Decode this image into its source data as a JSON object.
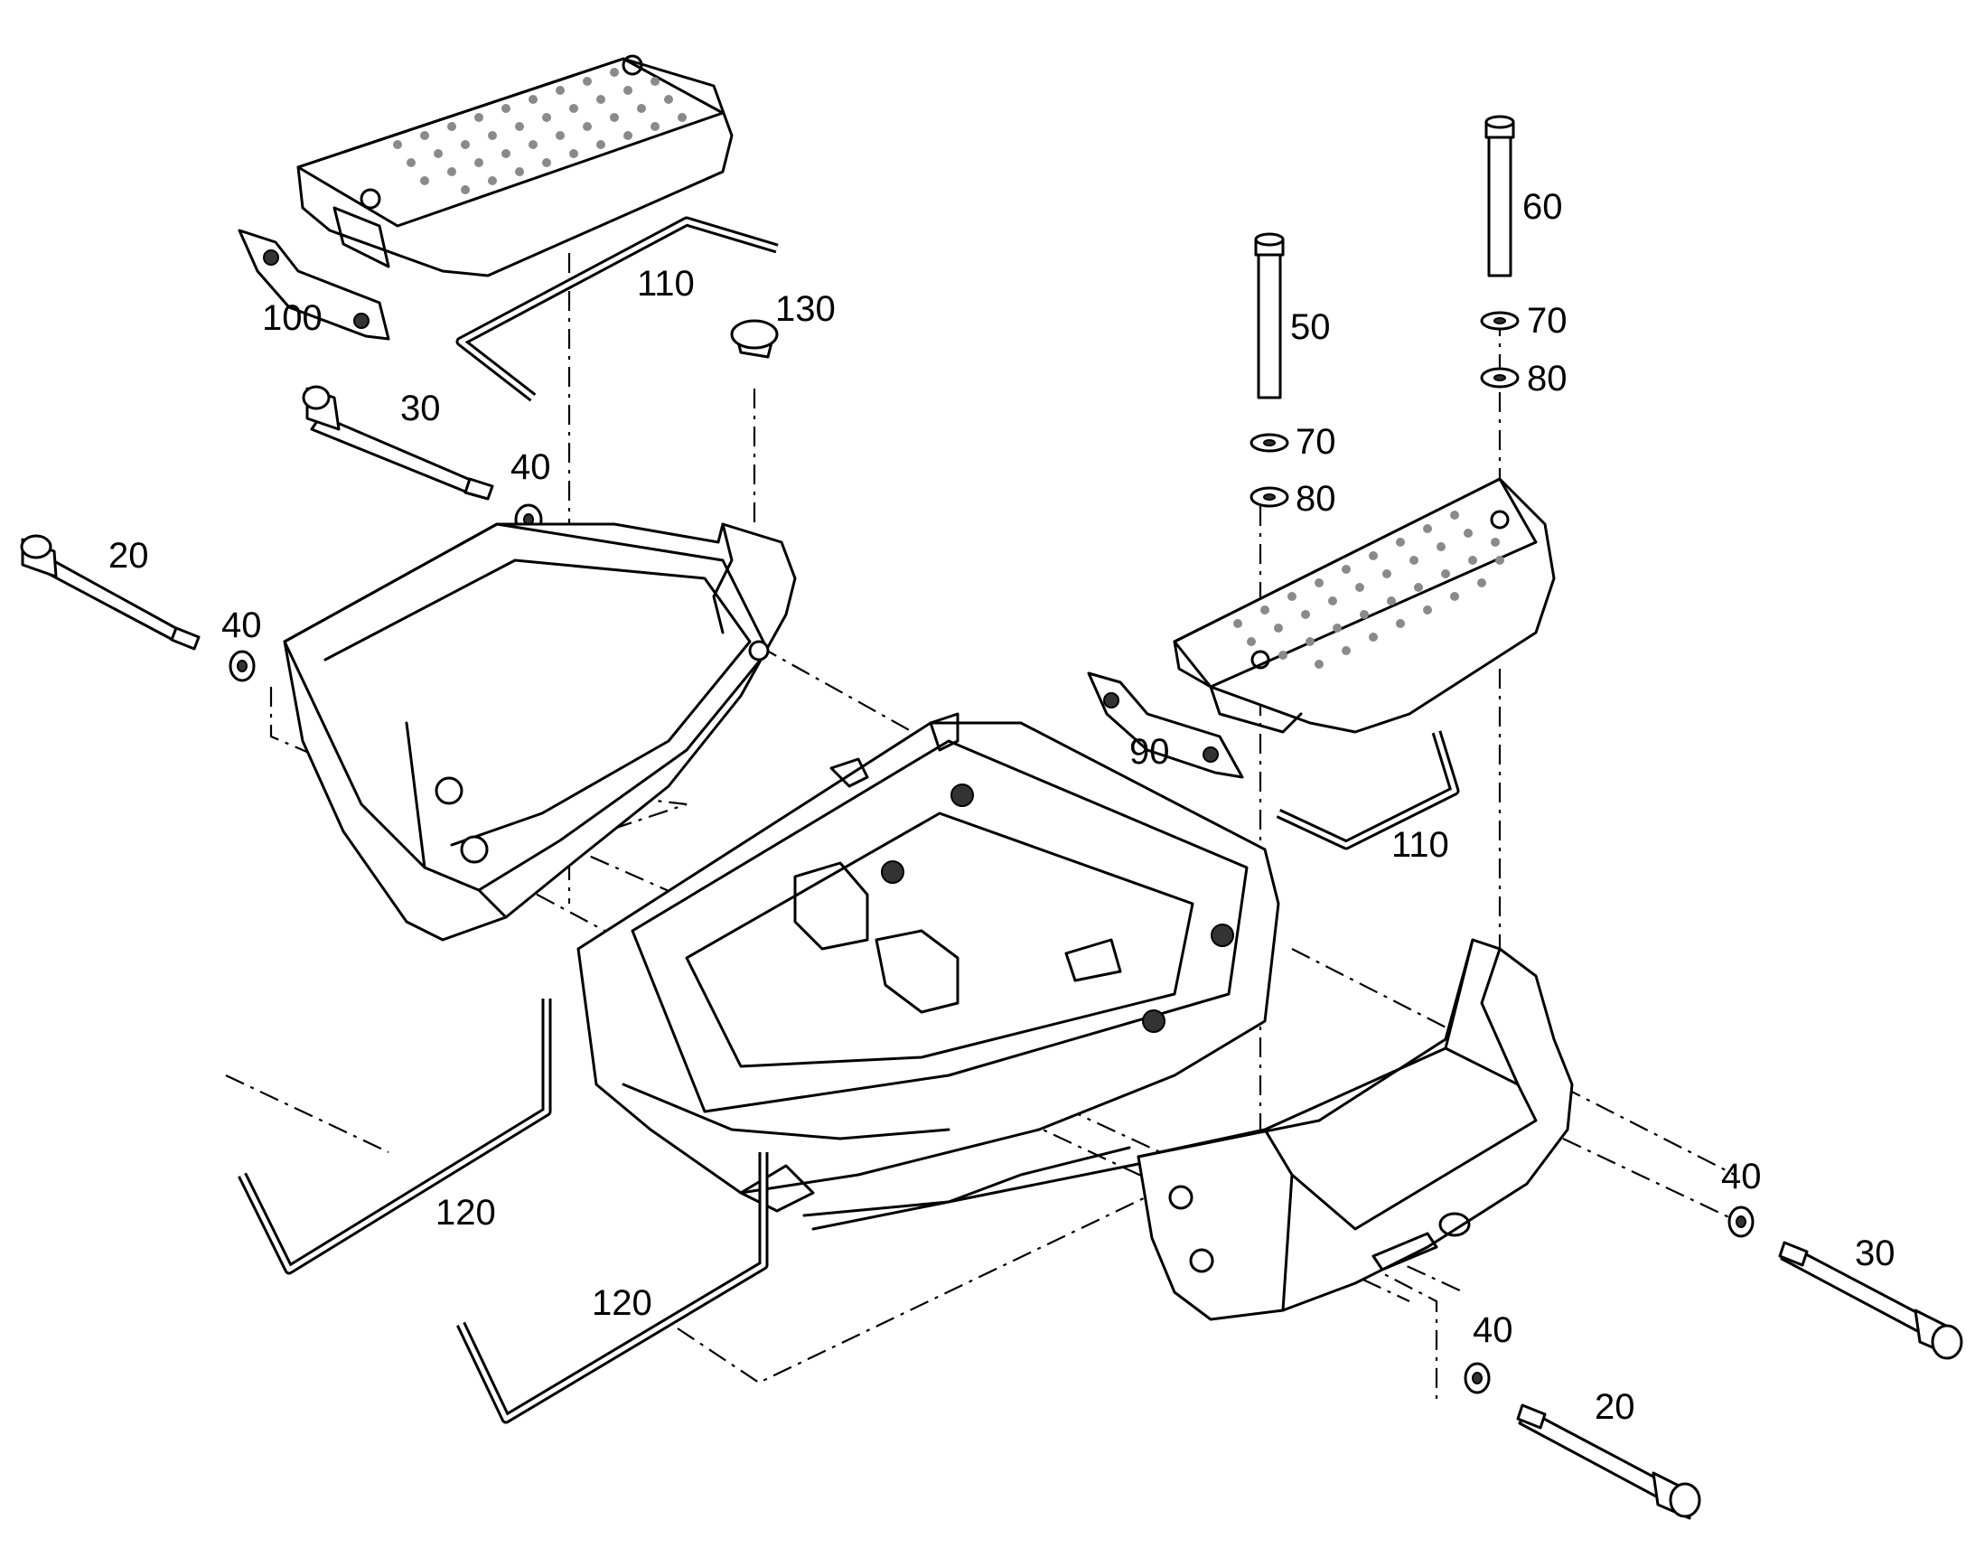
{
  "callouts": {
    "c10": "100",
    "c11": "110",
    "c13": "130",
    "c30a": "30",
    "c40a": "40",
    "c20a": "20",
    "c40b": "40",
    "c50": "50",
    "c70a": "70",
    "c80a": "80",
    "c60": "60",
    "c70b": "70",
    "c80b": "80",
    "c90": "90",
    "c110b": "110",
    "c120a": "120",
    "c120b": "120",
    "c40c": "40",
    "c30b": "30",
    "c40d": "40",
    "c20b": "20"
  }
}
